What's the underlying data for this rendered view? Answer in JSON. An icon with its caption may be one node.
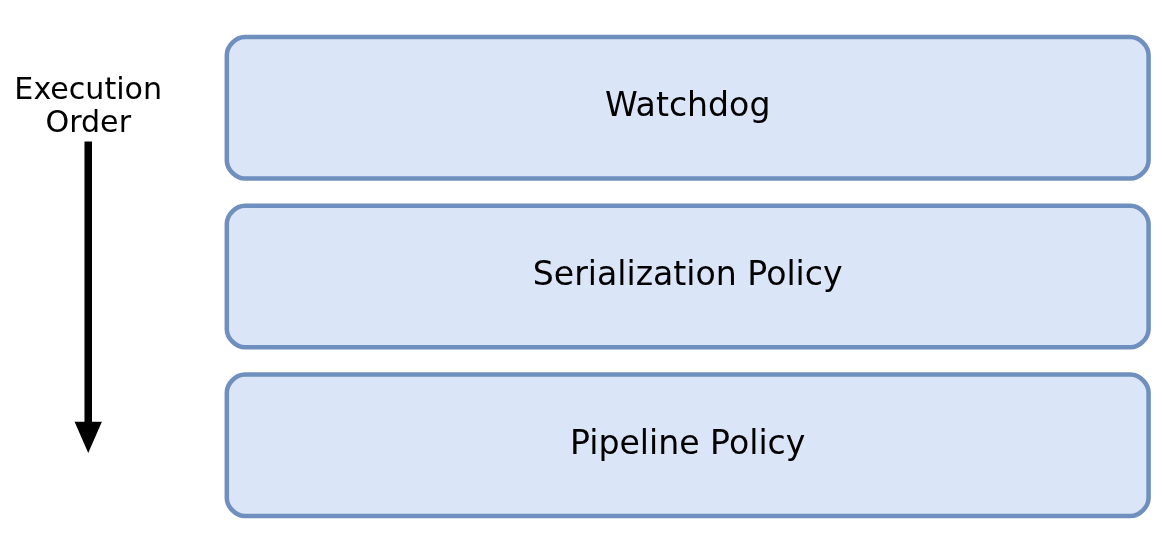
{
  "diagram": {
    "nodes": [
      {
        "text": [
          "Watchdog"
        ]
      },
      {
        "text": [
          "Serialization Policy"
        ]
      },
      {
        "text": [
          "Pipeline Policy"
        ]
      }
    ],
    "labels": [
      "Execution Order"
    ]
  }
}
